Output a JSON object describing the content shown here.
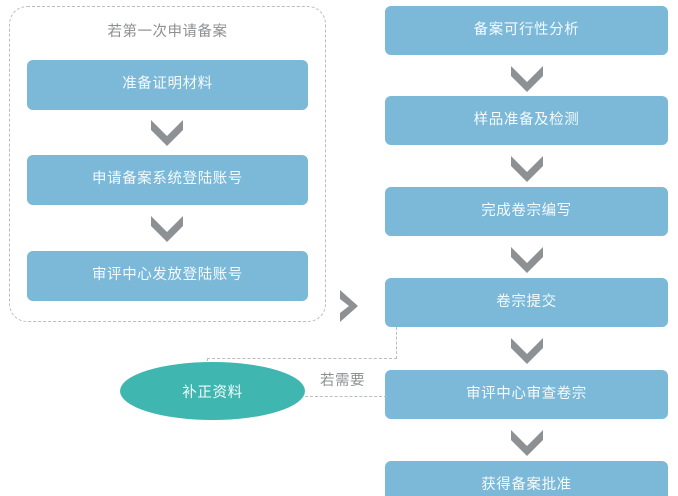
{
  "diagram": {
    "title_group": "若第一次申请备案",
    "condition_label": "若需要",
    "colors": {
      "box_fill": "#7cb8d8",
      "box_text": "#f4fbfe",
      "ellipse_fill": "#3fb6af",
      "ellipse_text": "#f2fcfb",
      "arrow": "#8e9194",
      "dashed_line": "#b9bcc0",
      "group_border": "#b9bcc0",
      "label_text": "#8d9093",
      "background": "#ffffff"
    },
    "left_column": {
      "steps": [
        {
          "label": "准备证明材料"
        },
        {
          "label": "申请备案系统登陆账号"
        },
        {
          "label": "审评中心发放登陆账号"
        }
      ],
      "arrows": [
        {
          "name": "chevron-down-icon"
        },
        {
          "name": "chevron-down-icon"
        }
      ]
    },
    "bridge_arrow": {
      "name": "chevron-right-icon"
    },
    "right_column": {
      "steps": [
        {
          "label": "备案可行性分析"
        },
        {
          "label": "样品准备及检测"
        },
        {
          "label": "完成卷宗编写"
        },
        {
          "label": "卷宗提交"
        },
        {
          "label": "审评中心审查卷宗"
        },
        {
          "label": "获得备案批准"
        }
      ],
      "arrows": [
        {
          "name": "chevron-down-icon"
        },
        {
          "name": "chevron-down-icon"
        },
        {
          "name": "chevron-down-icon"
        },
        {
          "name": "chevron-down-icon"
        },
        {
          "name": "chevron-down-icon"
        }
      ]
    },
    "rework": {
      "label": "补正资料"
    }
  }
}
